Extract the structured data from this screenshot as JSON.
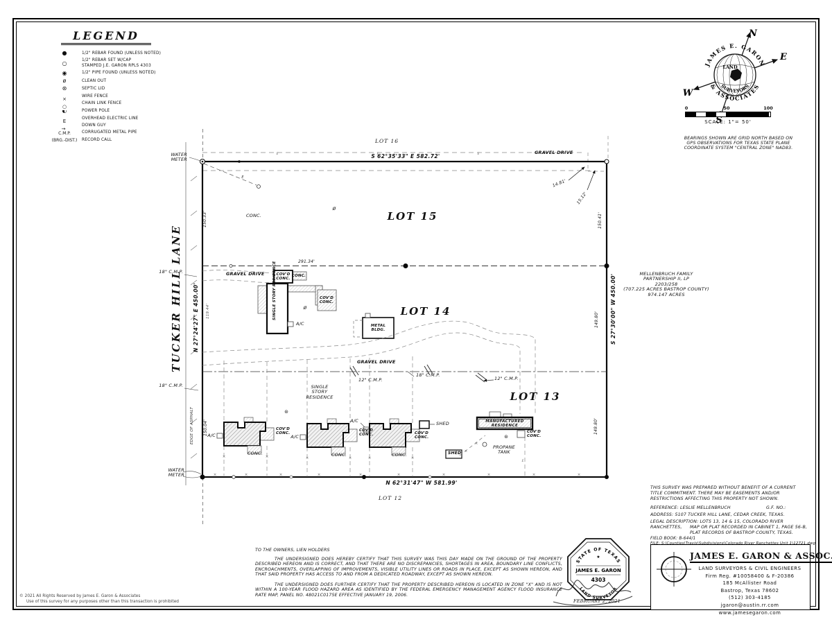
{
  "legend": {
    "title": "LEGEND",
    "items": [
      {
        "sym": "●",
        "label": "1/2\" REBAR FOUND (UNLESS NOTED)"
      },
      {
        "sym": "○",
        "label": "1/2\" REBAR SET W/CAP\nSTAMPED J.E. GARON RPLS 4303"
      },
      {
        "sym": "◉",
        "label": "1/2\" PIPE FOUND (UNLESS NOTED)"
      },
      {
        "sym": "ø",
        "label": "CLEAN OUT"
      },
      {
        "sym": "⊛",
        "label": "SEPTIC LID"
      },
      {
        "sym": "×",
        "label": "WIRE FENCE"
      },
      {
        "sym": "○",
        "label": "CHAIN LINK FENCE"
      },
      {
        "sym": "◐",
        "label": "POWER POLE"
      },
      {
        "sym": "E",
        "label": "OVERHEAD ELECTRIC LINE"
      },
      {
        "sym": "→",
        "label": "DOWN GUY"
      },
      {
        "sym": "C.M.P.",
        "label": "CORRUGATED METAL PIPE"
      },
      {
        "sym": "(BRG.-DIST.)",
        "label": "RECORD CALL"
      }
    ]
  },
  "compass": {
    "n": "N",
    "e": "E",
    "s": "S",
    "w": "W",
    "arc_top": "JAMES E. GARON",
    "arc_bottom": "& ASSOCIATES",
    "globe1": "LAND",
    "globe2": "SURVEYORS"
  },
  "scale": {
    "n0": "0",
    "n50": "50",
    "n100": "100",
    "caption": "SCALE:  1\"=  50'"
  },
  "note_bearings": "BEARINGS SHOWN ARE GRID NORTH BASED ON\nGPS OBSERVATIONS FOR TEXAS STATE PLANE\nCOORDINATE SYSTEM \"CENTRAL ZONE\" NAD83.",
  "boundary": {
    "north": "S 62°35'33\" E   582.72'",
    "south": "N 62°31'47\" W   581.99'",
    "west": "N 27°24'27\" E   450.00'",
    "east": "S 27°30'00\" W   450.00'"
  },
  "dims": {
    "d150_33": "150.33'",
    "d150_41": "150.41'",
    "d150_04": "150.04'",
    "d149_80": "149.80'",
    "d119_44": "119.44'",
    "d291_34": "291.34'",
    "d14_81": "14.81'",
    "d15_12": "15.12'"
  },
  "lots": {
    "lot12": "LOT 12",
    "lot13": "LOT 13",
    "lot14": "LOT 14",
    "lot15": "LOT 15",
    "lot16": "LOT 16"
  },
  "labels": {
    "water_meter": "WATER\nMETER",
    "tucker": "TUCKER HILL LANE",
    "gravel_drive": "GRAVEL DRIVE",
    "conc": "CONC.",
    "covd_conc": "COV'D\nCONC.",
    "ac": "A/C",
    "ssr": "SINGLE\nSTORY\nRESIDENCE",
    "metal_bldg": "METAL\nBLDG.",
    "shed": "SHED",
    "manufactured": "MANUFACTURED\nRESIDENCE",
    "propane": "PROPANE\nTANK",
    "edge_asphalt": "EDGE OF ASPHALT",
    "cmp12": "12\" C.M.P.",
    "cmp18": "18\" C.M.P.",
    "e": "E",
    "x": "×",
    "cleanout": "ø",
    "septic": "⊛"
  },
  "adjoiner": "MELLENBRUCH FAMILY\nPARTNERSHIP II, LP\n2203/258\n(707.225 ACRES BASTROP COUNTY)\n974.147 ACRES",
  "notes": {
    "title_note": "THIS SURVEY WAS PREPARED WITHOUT BENEFIT OF A CURRENT TITLE COMMITMENT. THERE MAY BE EASEMENTS AND/OR RESTRICTIONS AFFECTING THIS PROPERTY NOT SHOWN.",
    "reference": "REFERENCE: LESLIE MELLENBRUCH",
    "gf": "G.F. NO.:",
    "address": "ADDRESS: 5107 TUCKER HILL LANE, CEDAR CREEK, TEXAS.",
    "legal1": "LEGAL DESCRIPTION: LOTS 13, 14 & 15, COLORADO RIVER RANCHETTES,",
    "legal2": "MAP OR PLAT RECORDED IN CABINET 1, PAGE 56-B,",
    "legal3": "PLAT RECORDS OF BASTROP COUNTY, TEXAS.",
    "field_book": "FIELD BOOK: B-644/1",
    "file": "FILE: S:\\Counties\\Travis\\Subdivisions\\Colorado River Ranchettes Unit 1\\12721.dwg"
  },
  "cert": {
    "to": "TO THE OWNERS, LIEN HOLDERS",
    "p1": "THE UNDERSIGNED DOES HEREBY CERTIFY THAT THIS SURVEY WAS THIS DAY MADE ON THE GROUND OF THE PROPERTY DESCRIBED HEREON AND IS CORRECT, AND THAT THERE ARE NO DISCREPANCIES, SHORTAGES IN AREA, BOUNDARY LINE CONFLICTS, ENCROACHMENTS, OVERLAPPING OF IMPROVEMENTS, VISIBLE UTILITY LINES OR ROADS IN PLACE, EXCEPT AS SHOWN HEREON, AND THAT SAID PROPERTY HAS ACCESS TO AND FROM A DEDICATED ROADWAY, EXCEPT AS SHOWN HEREON.",
    "p2": "THE UNDERSIGNED DOES FURTHER CERTIFY THAT THE PROPERTY DESCRIBED HEREON IS LOCATED IN ZONE \"X\" AND IS NOT WITHIN A 100-YEAR FLOOD HAZARD AREA AS IDENTIFIED BY THE FEDERAL EMERGENCY MANAGEMENT AGENCY FLOOD INSURANCE RATE MAP, PANEL NO. 48021C0175E EFFECTIVE JANUARY 19, 2006."
  },
  "seal": {
    "arc_top": "STATE OF TEXAS",
    "star": "★",
    "name": "JAMES E. GARON",
    "num": "4303",
    "arc_bottom": "LAND SURVEYOR"
  },
  "date": "FEBRUARY 2, 2021",
  "firm": {
    "name": "JAMES E. GARON & ASSOC.",
    "tagline": "LAND SURVEYORS & CIVIL ENGINEERS",
    "reg": "Firm Reg. #10058400 & F-20386",
    "addr1": "185 McAllister Road",
    "addr2": "Bastrop, Texas 78602",
    "phone": "(512) 303-4185",
    "email": "jgaron@austin.rr.com",
    "web": "www.jamesegaron.com"
  },
  "copyright": {
    "l1": "© 2021  All Rights Reserved by James E. Garon & Associates",
    "l2": "Use of this survey for any purposes other than this transaction is prohibited"
  }
}
